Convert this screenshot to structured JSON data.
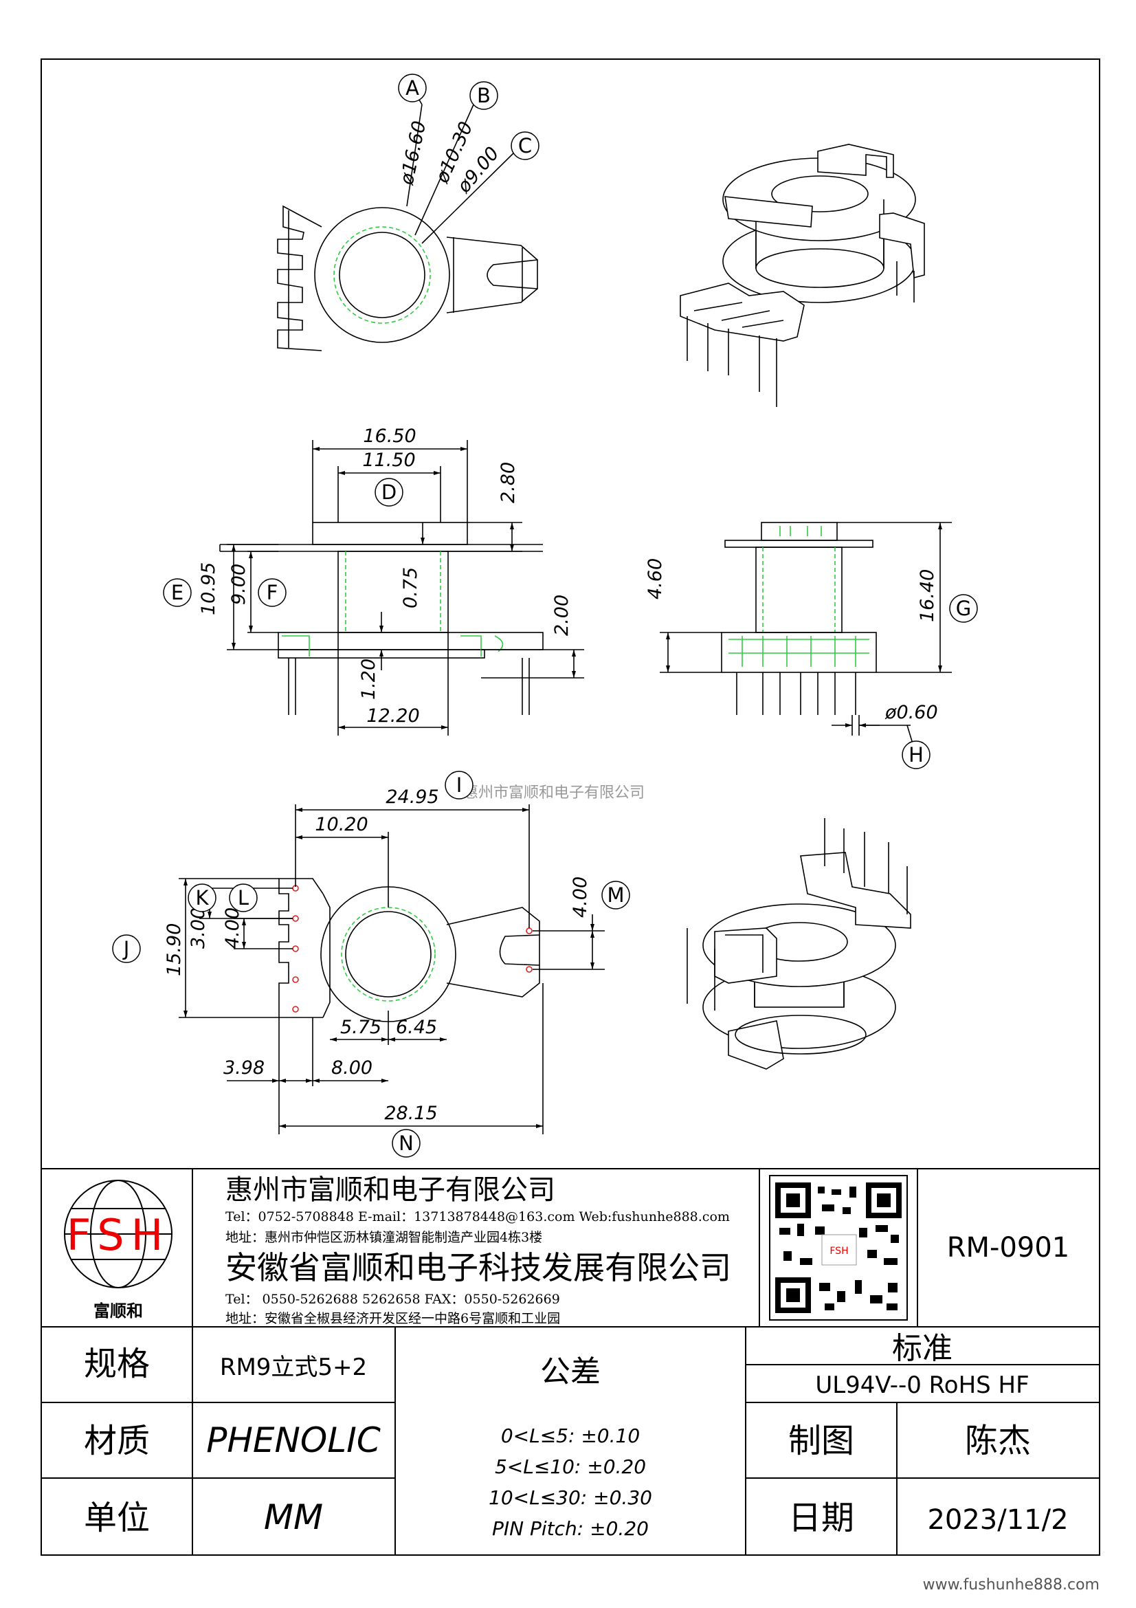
{
  "drawing": {
    "top_view": {
      "labels": [
        "A",
        "B",
        "C"
      ],
      "dims": [
        "ø16.60",
        "ø10.30",
        "ø9.00"
      ]
    },
    "front_view": {
      "dims": [
        "16.50",
        "11.50",
        "2.80",
        "10.95",
        "9.00",
        "0.75",
        "2.00",
        "1.20",
        "12.20"
      ],
      "labels": [
        "D",
        "E",
        "F"
      ]
    },
    "side_view": {
      "dims": [
        "4.60",
        "16.40",
        "ø0.60"
      ],
      "labels": [
        "G",
        "H"
      ]
    },
    "bottom_view": {
      "dims": [
        "24.95",
        "10.20",
        "4.00",
        "15.90",
        "3.00",
        "4.00",
        "5.75",
        "6.45",
        "3.98",
        "8.00",
        "28.15"
      ],
      "labels": [
        "I",
        "J",
        "K",
        "L",
        "M",
        "N"
      ]
    },
    "watermark": "惠州市富顺和电子有限公司"
  },
  "title_block": {
    "logo": {
      "text": "FSH",
      "caption": "富顺和"
    },
    "company1": {
      "name": "惠州市富顺和电子有限公司",
      "contact": "Tel：0752-5708848  E-mail：13713878448@163.com  Web:fushunhe888.com",
      "address": "地址：惠州市仲恺区沥林镇潼湖智能制造产业园4栋3楼"
    },
    "company2": {
      "name": "安徽省富顺和电子科技发展有限公司",
      "contact": "Tel：  0550-5262688  5262658        FAX：0550-5262669",
      "address": "地址：安徽省全椒县经济开发区经一中路6号富顺和工业园"
    },
    "qr_caption": "FSH",
    "part_number": "RM-0901",
    "spec_label": "规格",
    "spec_value": "RM9立式5+2",
    "material_label": "材质",
    "material_value": "PHENOLIC",
    "unit_label": "单位",
    "unit_value": "MM",
    "tolerance_label": "公差",
    "tolerances": [
      "0<L≤5: ±0.10",
      "5<L≤10: ±0.20",
      "10<L≤30: ±0.30",
      "PIN Pitch: ±0.20"
    ],
    "standard_label": "标准",
    "standard_value": "UL94V--0  RoHS HF",
    "drawn_label": "制图",
    "drawn_value": "陈杰",
    "date_label": "日期",
    "date_value": "2023/11/2"
  },
  "footer_url": "www.fushunhe888.com"
}
